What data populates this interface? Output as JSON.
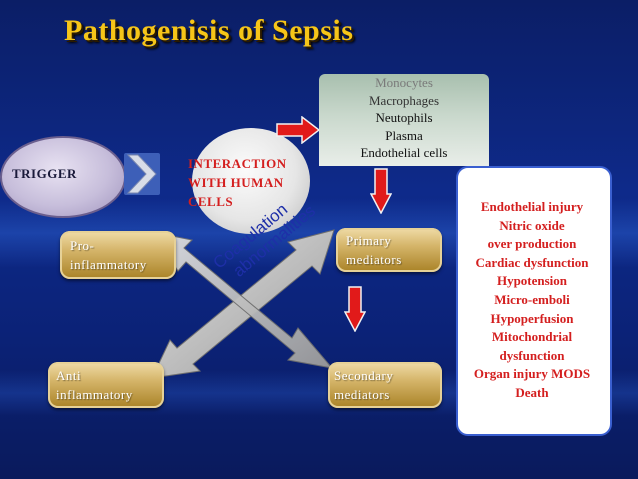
{
  "title": "Pathogenisis of  Sepsis",
  "trigger": "TRIGGER",
  "interaction": [
    "INTERACTION",
    "WITH  HUMAN",
    "CELLS"
  ],
  "cells": [
    "Monocytes",
    "Macrophages",
    "Neutophils",
    "Plasma",
    "Endothelial cells"
  ],
  "pro_inflammatory": [
    "Pro-",
    "inflammatory"
  ],
  "anti_inflammatory": [
    "Anti",
    "inflammatory"
  ],
  "primary_mediators": [
    "Primary",
    "mediators"
  ],
  "secondary_mediators": [
    "Secondary",
    "mediators"
  ],
  "coagulation": [
    "Coagulation",
    "abnormalities"
  ],
  "outcomes": [
    "Endothelial injury",
    "Nitric oxide",
    "over production",
    "Cardiac dysfunction",
    "Hypotension",
    "Micro-emboli",
    "Hypoperfusion",
    "Mitochondrial",
    "dysfunction",
    "Organ injury MODS",
    "Death"
  ],
  "colors": {
    "title": "#f6c518",
    "red_text": "#d41f1f",
    "arrow_red": "#e11a1a",
    "gold": "#c9a24a",
    "background": "#0e2a8a"
  }
}
